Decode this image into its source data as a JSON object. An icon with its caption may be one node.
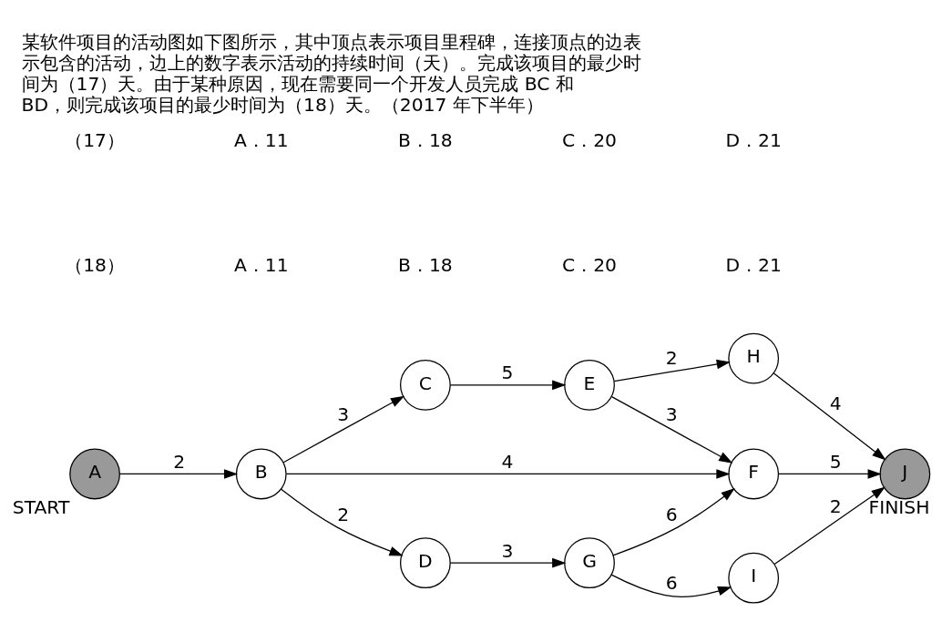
{
  "diagram": {
    "title": "某软件项目的活动图如下图所示，其中顶点表示项目里程碑，连接顶点的边表示包含的活动，边上的数字表示活动的持续时间（天）。完成该项目的最少时间为（17）天。由于某种原因，现在需要同一个开发人员完成 BC 和 BD，则完成该项目的最少时间为（18）天。（2017 年下半年）",
    "nodes": [
      {
        "text": [
          "A"
        ],
        "beside": [
          "START"
        ]
      },
      {
        "text": [
          "B"
        ]
      },
      {
        "text": [
          "C"
        ]
      },
      {
        "text": [
          "D"
        ]
      },
      {
        "text": [
          "E"
        ]
      },
      {
        "text": [
          "F"
        ]
      },
      {
        "text": [
          "G"
        ]
      },
      {
        "text": [
          "H"
        ]
      },
      {
        "text": [
          "I"
        ]
      },
      {
        "text": [
          "J"
        ],
        "beside": [
          "FINISH"
        ]
      }
    ],
    "edges": [
      {
        "from": 0,
        "to": 1,
        "arrow": "to",
        "label": "2"
      },
      {
        "from": 1,
        "to": 2,
        "arrow": "to",
        "label": "3"
      },
      {
        "from": 1,
        "to": 5,
        "arrow": "to",
        "label": "4"
      },
      {
        "from": 1,
        "to": 3,
        "arrow": "to",
        "label": "2"
      },
      {
        "from": 2,
        "to": 4,
        "arrow": "to",
        "label": "5"
      },
      {
        "from": 4,
        "to": 7,
        "arrow": "to",
        "label": "2"
      },
      {
        "from": 4,
        "to": 5,
        "arrow": "to",
        "label": "3"
      },
      {
        "from": 7,
        "to": 9,
        "arrow": "to",
        "label": "4"
      },
      {
        "from": 5,
        "to": 9,
        "arrow": "to",
        "label": "5"
      },
      {
        "from": 3,
        "to": 6,
        "arrow": "to",
        "label": "3"
      },
      {
        "from": 6,
        "to": 5,
        "arrow": "to",
        "label": "6"
      },
      {
        "from": 6,
        "to": 8,
        "arrow": "to",
        "label": "6"
      },
      {
        "from": 8,
        "to": 9,
        "arrow": "to",
        "label": "2"
      }
    ],
    "labels": [
      "（17）",
      "A．11",
      "B．18",
      "C．20",
      "D．21",
      "（18）",
      "A．11",
      "B．18",
      "C．20",
      "D．21"
    ]
  }
}
